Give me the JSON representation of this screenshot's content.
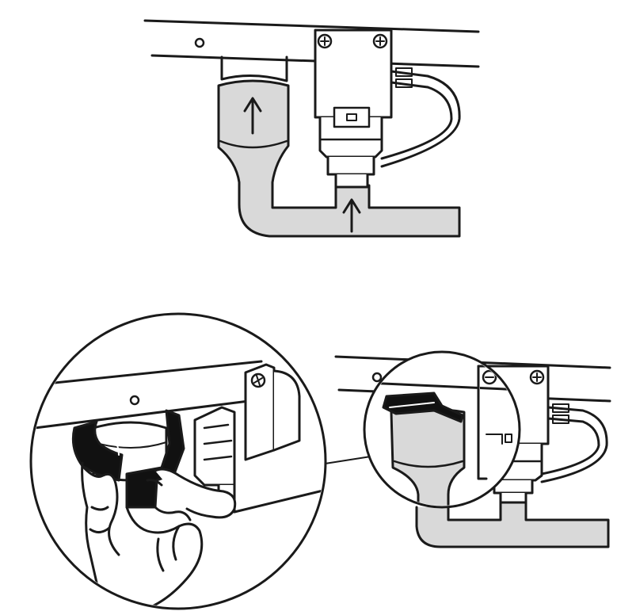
{
  "figure": {
    "top_panel": {
      "flow_arrows": [
        "up-arrow",
        "up-arrow"
      ]
    },
    "bottom_panel": {
      "magnified_views": [
        "wrench-loosening-valve-nut",
        "valve-nut-on-filter-housing"
      ]
    }
  },
  "colors": {
    "stroke": "#1a1a1a",
    "water_fill": "#d9d9d9",
    "wrench_fill": "#111111",
    "background": "#ffffff"
  }
}
